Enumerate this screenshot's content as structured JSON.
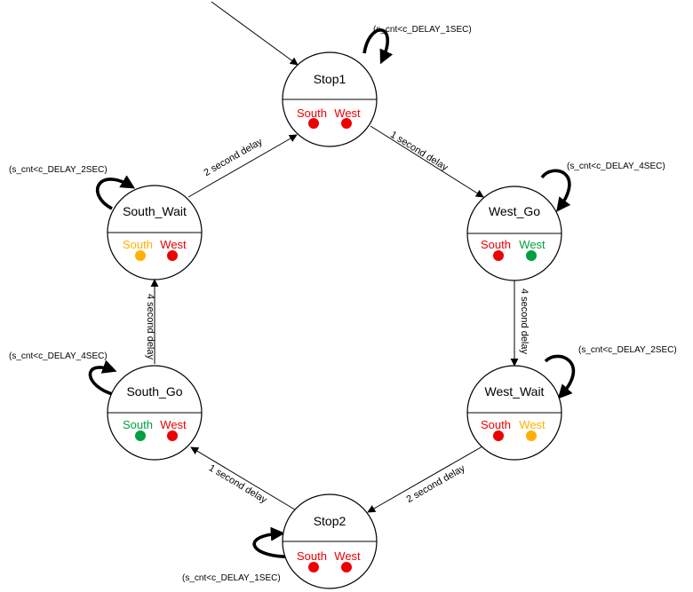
{
  "colors": {
    "red": "#ee0000",
    "green": "#00a040",
    "yellow": "#ffb000",
    "line": "#000000"
  },
  "states": {
    "stop1": {
      "name": "Stop1",
      "south": {
        "label": "South",
        "light": "red"
      },
      "west": {
        "label": "West",
        "light": "red"
      }
    },
    "west_go": {
      "name": "West_Go",
      "south": {
        "label": "South",
        "light": "red"
      },
      "west": {
        "label": "West",
        "light": "green"
      }
    },
    "west_wait": {
      "name": "West_Wait",
      "south": {
        "label": "South",
        "light": "red"
      },
      "west": {
        "label": "West",
        "light": "yellow"
      }
    },
    "stop2": {
      "name": "Stop2",
      "south": {
        "label": "South",
        "light": "red"
      },
      "west": {
        "label": "West",
        "light": "red"
      }
    },
    "south_go": {
      "name": "South_Go",
      "south": {
        "label": "South",
        "light": "green"
      },
      "west": {
        "label": "West",
        "light": "red"
      }
    },
    "south_wait": {
      "name": "South_Wait",
      "south": {
        "label": "South",
        "light": "yellow"
      },
      "west": {
        "label": "West",
        "light": "red"
      }
    }
  },
  "transitions": {
    "stop1_to_west_go": "1 second delay",
    "west_go_to_west_wait": "4 second delay",
    "west_wait_to_stop2": "2 second delay",
    "stop2_to_south_go": "1 second delay",
    "south_go_to_south_wait": "4 second delay",
    "south_wait_to_stop1": "2 second delay"
  },
  "self_loops": {
    "stop1": "(s_cnt<c_DELAY_1SEC)",
    "west_go": "(s_cnt<c_DELAY_4SEC)",
    "west_wait": "(s_cnt<c_DELAY_2SEC)",
    "stop2": "(s_cnt<c_DELAY_1SEC)",
    "south_go": "(s_cnt<c_DELAY_4SEC)",
    "south_wait": "(s_cnt<c_DELAY_2SEC)"
  }
}
